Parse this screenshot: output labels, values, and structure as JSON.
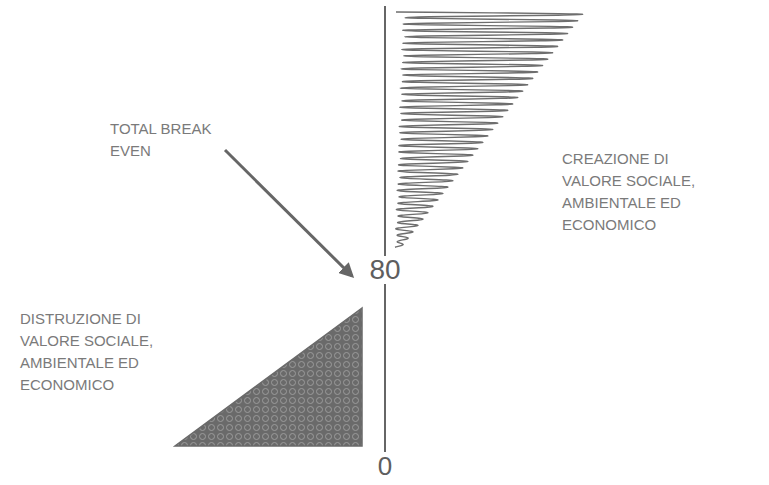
{
  "diagram": {
    "labels": [
      "TOTAL BREAK EVEN",
      "CREAZIONE DI VALORE SOCIALE, AMBIENTALE ED ECONOMICO",
      "DISTRUZIONE DI VALORE SOCIALE, AMBIENTALE ED ECONOMICO",
      "80",
      "0"
    ]
  }
}
